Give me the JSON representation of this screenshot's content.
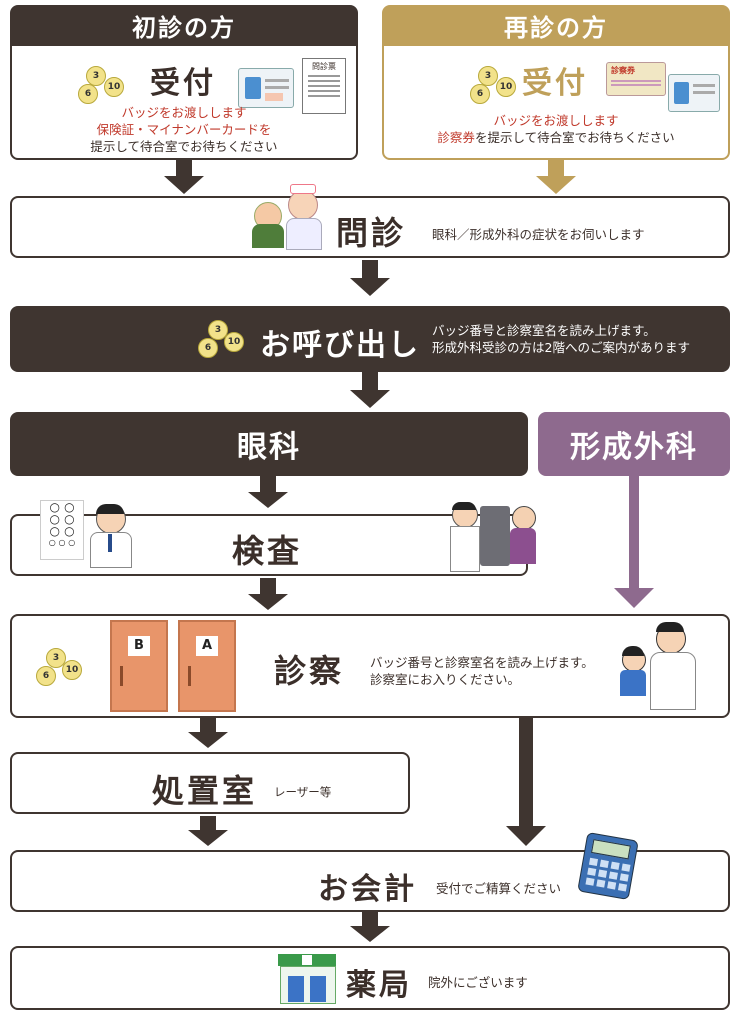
{
  "first_visit": {
    "tab": "初診の方",
    "title": "受付",
    "line1": "バッジをお渡しします",
    "line2": "保険証・マイナンバーカードを",
    "line3": "提示して待合室でお待ちください",
    "form_label": "問診票"
  },
  "return_visit": {
    "tab": "再診の方",
    "title": "受付",
    "line1": "バッジをお渡しします",
    "line2_red": "診察券",
    "line2_rest": "を提示して待合室でお待ちください",
    "card_label": "診察券"
  },
  "interview": {
    "title": "問診",
    "desc": "眼科／形成外科の症状をお伺いします"
  },
  "call": {
    "title": "お呼び出し",
    "line1": "バッジ番号と診察室名を読み上げます。",
    "line2": "形成外科受診の方は2階へのご案内があります"
  },
  "badges": [
    "3",
    "6",
    "10"
  ],
  "departments": {
    "eye": "眼科",
    "plastic": "形成外科"
  },
  "exam": {
    "title": "検査"
  },
  "consultation": {
    "title": "診察",
    "door_b": "B",
    "door_a": "A",
    "line1": "バッジ番号と診察室名を読み上げます。",
    "line2": "診察室にお入りください。"
  },
  "treatment": {
    "title": "処置室",
    "note": "レーザー等"
  },
  "payment": {
    "title": "お会計",
    "note": "受付でご精算ください"
  },
  "pharmacy": {
    "title": "薬局",
    "note": "院外にございます"
  },
  "colors": {
    "dark_brown": "#3f3530",
    "gold": "#bfa05a",
    "purple": "#8e6a8e",
    "red_text": "#c0392b"
  }
}
